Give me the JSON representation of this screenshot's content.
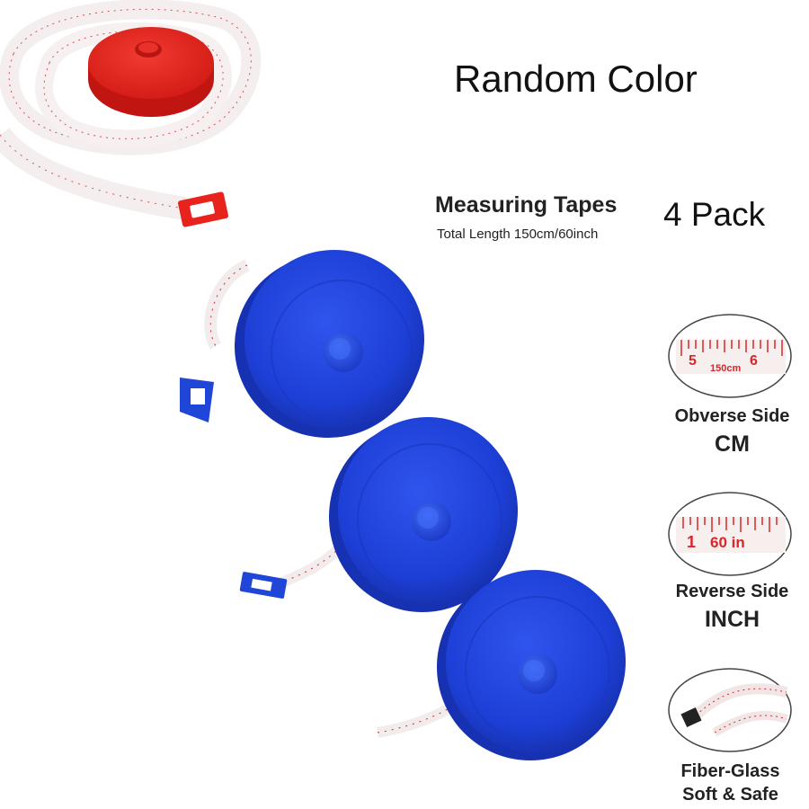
{
  "headline": "Random Color",
  "product": {
    "title": "Measuring Tapes",
    "subtitle": "Total Length 150cm/60inch",
    "pack": "4 Pack"
  },
  "features": {
    "obverse": {
      "scale_left": "5",
      "scale_mid": "150cm",
      "scale_right": "6",
      "label": "Obverse Side",
      "unit": "CM"
    },
    "reverse": {
      "scale_left": "1",
      "scale_mid": "60 in",
      "label": "Reverse Side",
      "unit": "INCH"
    },
    "material": {
      "label": "Fiber-Glass",
      "sub": "Soft & Safe"
    }
  },
  "colors": {
    "red_case": "#e8231e",
    "blue_case": "#1d3fd6",
    "tape_mark": "#d8262b"
  }
}
